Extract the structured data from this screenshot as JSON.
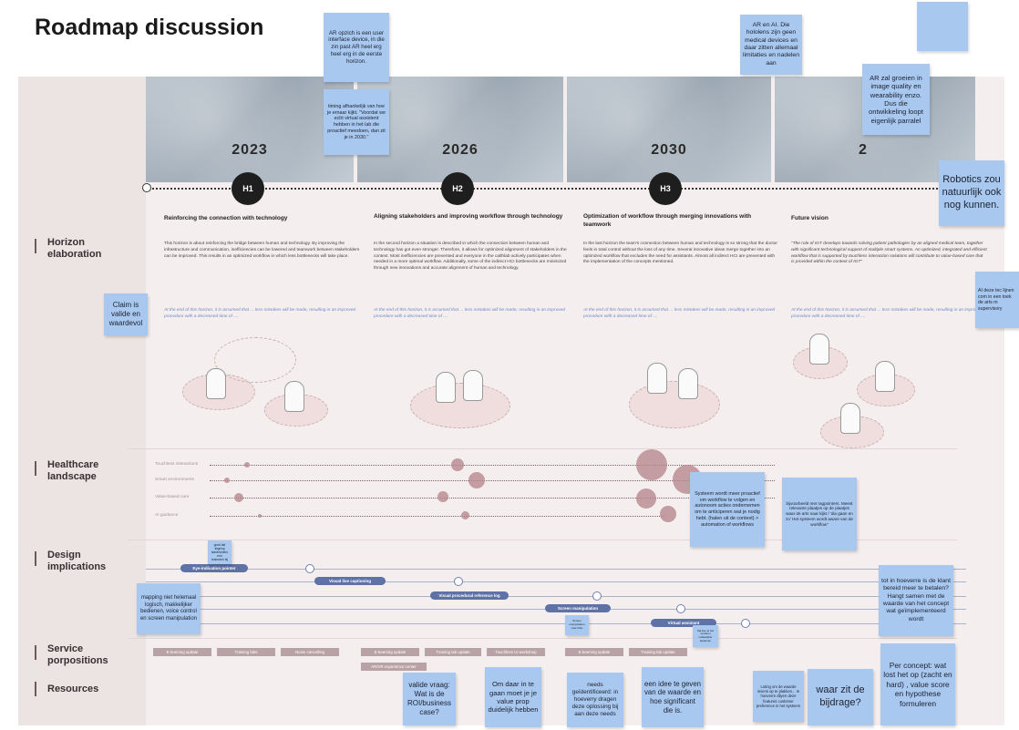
{
  "page": {
    "title": "Roadmap discussion"
  },
  "rows": {
    "horizon": "Horizon elaboration",
    "healthcare": "Healthcare landscape",
    "design": "Design implications",
    "service": "Service porpositions",
    "resources": "Resources"
  },
  "horizons": [
    {
      "year": "2023",
      "badge": "H1",
      "title": "Reinforcing the connection with technology",
      "body": "This horizon is about reinforcing the bridge between human and technology. By improving the infrastructure and communication, inefficiencies can be lowered and teamwork between stakeholders can be improved. This results in an optimized workflow in which less bottlenecks will take place.",
      "italic": "At the end of this horizon, it is assumed that ... less mistakes will be made, resulting in an improved procedure with a decreased time of ...."
    },
    {
      "year": "2026",
      "badge": "H2",
      "title": "Aligning stakeholders and improving workflow through technology",
      "body": "In the second horizon a situation is described in which the connection between human and technology has got even stronger. Therefore, it allows for optimized alignment of stakeholders in the context. Most inefficiencies are prevented and everyone in the catlhlab actively participates when needed in a more optimal workflow. Additionally, some of the indirect HCI bottlenecks are minimized through new innovations and accurate alignment of human and technology.",
      "italic": "At the end of this horizon, it is assumed that ... less mistakes will be made, resulting in an improved procedure with a decreased time of ...."
    },
    {
      "year": "2030",
      "badge": "H3",
      "title": "Optimization of workflow through merging innovations with teamwork",
      "body": "In the last horizon the team's connection between human and technology is so strong that the doctor feels in total control without the loss of any time. Several innovative ideas merge together into an optimized workflow that excludes the need for assistants. Almost all indirect HCI are prevented with the implementation of the concepts mentioned.",
      "italic": "At the end of this horizon, it is assumed that ... less mistakes will be made, resulting in an improved procedure with a decreased time of ...."
    },
    {
      "year": "2",
      "badge": "",
      "title": "Future vision",
      "body": "\"The role of IGT develops towards solving patient pathologies by an aligned medical team, together with significant technological support of multiple smart systems. An optimized, integrated and efficient workflow that is supported by touchless interaction solutions will contribute to value-based care that is provided within the context of IGT\"",
      "italic": "At the end of this horizon, it is assumed that ... less mistakes will be made, resulting in an improved procedure with a decreased time of ...."
    }
  ],
  "healthcare_rows": [
    "Touchless interactions",
    "Smart environments",
    "Value-based care",
    "AI guidance"
  ],
  "design_items": [
    "Eye-indication pointer",
    "Visual live captioning",
    "Visual procedural reference log",
    "Screen manipulation",
    "Virtual assistant"
  ],
  "service_items": [
    "E-learning update",
    "Training labs",
    "Noise cancelling",
    "E-learning update",
    "Training lab update",
    "Touchless UI workshop",
    "E-learning update",
    "Training lab update",
    "AR/VR experience center"
  ],
  "stickies": {
    "s1": "AR opzich is een user interface device, in die zin past AR heel erg heel erg in de eerste horizon.",
    "s2": "timing afhankelijk van hoe je ernaar kijkt. \"Voordat we echt virtual assistent hebben in het lab die proactief meedoen, dan zit je in 2030.\"",
    "s3": "AR en AI. Die hololens zijn geen medical devices en daar zitten allemaal limitaties en nadelen aan",
    "s4": "AR zal groeien in image quality en wearability enzo. Dus die ontwikkeling loopt eigenlijk parralel",
    "s5": "Robotics zou natuurlijk ook nog kunnen.",
    "s6": "AI deze tec lijnen com in een toek de arts m supervisory",
    "s7": "Claim is valide en waardevol",
    "s8": "Systeem wordt meer proactief om workflow te volgen en autonoom acties ondernemen om te anticiperen wat je nodig hebt. (halen uit de context) > automation of workflows",
    "s9": "bijvoorbeeld met ragpointers. Meest relevante plaatjes op de plaatjes waar de arts naar kijkt / 'dia gaan en zo' Het systeem wordt aware van de workflow\"",
    "s10": "goed dat aligning stakeholders voor teamwork bij",
    "s11": "mapping niet helemaal logisch, makkelijker bedienen, voice control en screen manipulation",
    "s12": "Screen manipulation naar links",
    "s13": "Sat koe je het systeem makkelijker bedienen",
    "s14": "tot in hoeverre is de klant bereid meer te betalen? Hangt samen met de waarde van het concept wat geïmplementeerd wordt",
    "s15": "valide vraag: Wat is de ROI/business case?",
    "s16": "Om daar in te gaan moet je je value prop duidelijk hebben",
    "s17": "needs geïdentificeerd: in hoeverry dragen deze oplossing bij aan deze needs",
    "s18": "een idee te geven van de waarde en hoe significant die is.",
    "s19": "Loting om de waarde invens op te plakken... In hoeverre dilyen deze features customer preference in het systeem",
    "s20": "waar zit de bijdrage?",
    "s21": "Per concept: wat lost het op (zacht en hard) , value score en hypothese formuleren"
  },
  "colors": {
    "sticky": "#a9c8ef",
    "bubble": "#b6888d",
    "pill": "#5e72a6",
    "service": "#b9a2a6"
  }
}
